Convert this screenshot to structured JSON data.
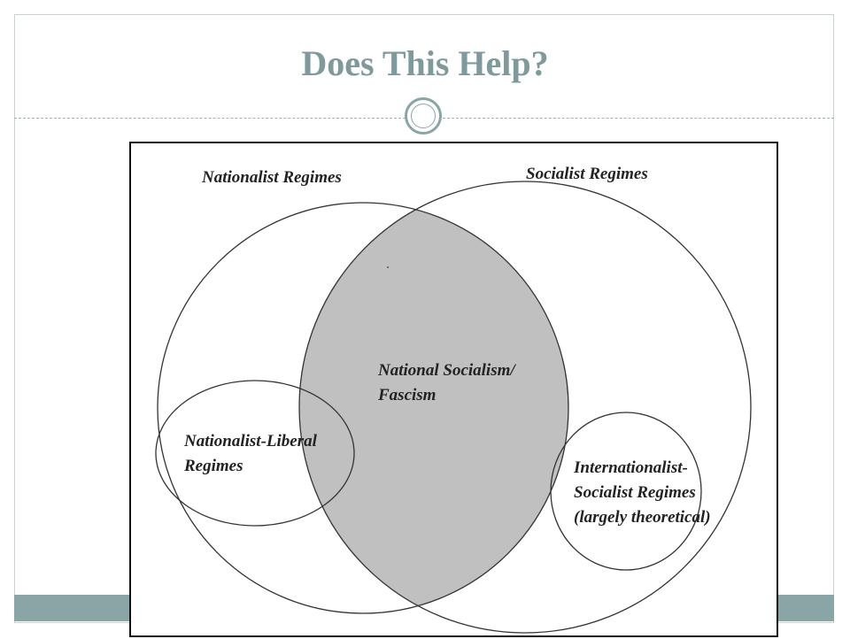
{
  "slide": {
    "title": "Does This Help?"
  },
  "diagram": {
    "labels": {
      "nationalist": "Nationalist Regimes",
      "socialist": "Socialist Regimes",
      "intersection_line1": "National Socialism/",
      "intersection_line2": "Fascism",
      "liberal_line1": "Nationalist-Liberal",
      "liberal_line2": "Regimes",
      "international_line1": "Internationalist-",
      "international_line2": "Socialist Regimes",
      "international_line3": "(largely theoretical)"
    },
    "colors": {
      "intersection_fill": "#c0c0c0",
      "stroke": "#333333"
    }
  }
}
